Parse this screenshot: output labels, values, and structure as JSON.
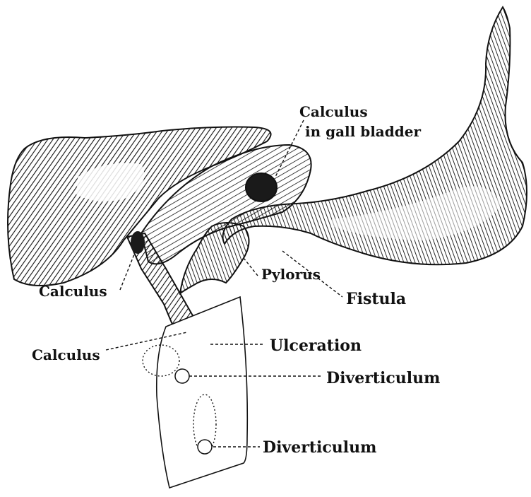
{
  "labels": {
    "calculus_gallbladder_line1": "Calculus",
    "calculus_gallbladder_line2": "in gall bladder",
    "calculus_left": "Calculus",
    "calculus_duct": "Calculus",
    "pylorus": "Pylorus",
    "fistula": "Fistula",
    "ulceration": "Ulceration",
    "diverticulum_upper": "Diverticulum",
    "diverticulum_lower": "Diverticulum"
  },
  "colors": {
    "ink": "#111111",
    "paper": "#ffffff"
  }
}
